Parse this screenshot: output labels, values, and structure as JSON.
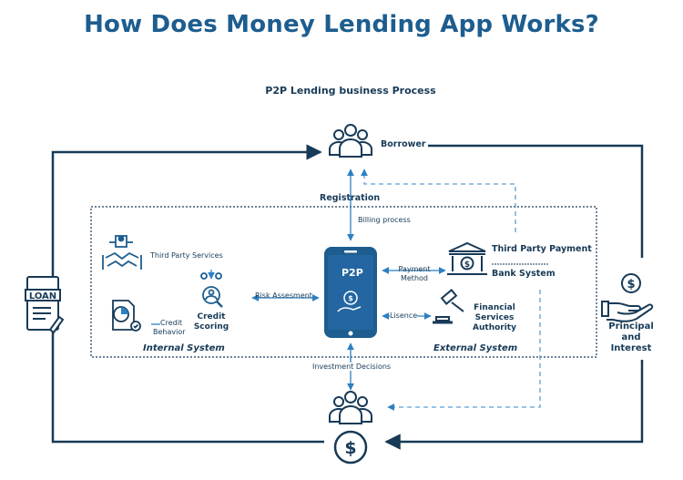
{
  "title": "How Does Money Lending App Works?",
  "subtitle": "P2P Lending business Process",
  "nodes": {
    "borrower": "Borrower",
    "p2p": "P2P",
    "third_party_payment": "Third Party Payment",
    "bank_system": "Bank System",
    "financial_services_authority": [
      "Financial",
      "Services",
      "Authority"
    ],
    "credit_scoring": [
      "Credit",
      "Scoring"
    ],
    "principal_and_interest": [
      "Principal",
      "and",
      "Interest"
    ],
    "loan_icon_text": "LOAN"
  },
  "labels": {
    "registration": "Registration",
    "billing_process": "Billing process",
    "third_party_services": "Third Party Services",
    "credit_behavior": [
      "Credit",
      "Behavior"
    ],
    "risk_assessment": "Risk Assesment",
    "payment_method": [
      "Payment",
      "Method"
    ],
    "licence": "Lisence",
    "investment_decisions": "Investment Decisions",
    "internal_system": "Internal System",
    "external_system": "External System"
  },
  "colors": {
    "title": "#1d5d8f",
    "dark": "#173a57",
    "accent": "#2d7fc1",
    "dashed": "#5a9fd8"
  },
  "icons": [
    "people-group-icon",
    "phone-icon",
    "bank-icon",
    "gavel-icon",
    "handshake-icon",
    "document-chart-icon",
    "person-search-icon",
    "loan-document-icon",
    "money-hand-icon",
    "dollar-coin-icon"
  ]
}
